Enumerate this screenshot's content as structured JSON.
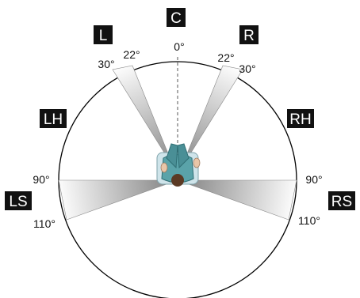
{
  "channels": {
    "center": "C",
    "left": "L",
    "right": "R",
    "left_height": "LH",
    "right_height": "RH",
    "left_surround": "LS",
    "right_surround": "RS"
  },
  "angles": {
    "center": "0°",
    "left_22": "22°",
    "left_30": "30°",
    "right_22": "22°",
    "right_30": "30°",
    "left_90": "90°",
    "right_90": "90°",
    "left_110": "110°",
    "right_110": "110°"
  },
  "colors": {
    "label_bg": "#111111",
    "label_text": "#ffffff",
    "circle": "#000000",
    "wedge_dark": "#8a8a8a",
    "wedge_light": "#ffffff",
    "listener_shirt": "#5aa3a9",
    "listener_chair": "#cfe4ea",
    "listener_skin": "#e9c6a8",
    "listener_head": "#5b3a24"
  }
}
